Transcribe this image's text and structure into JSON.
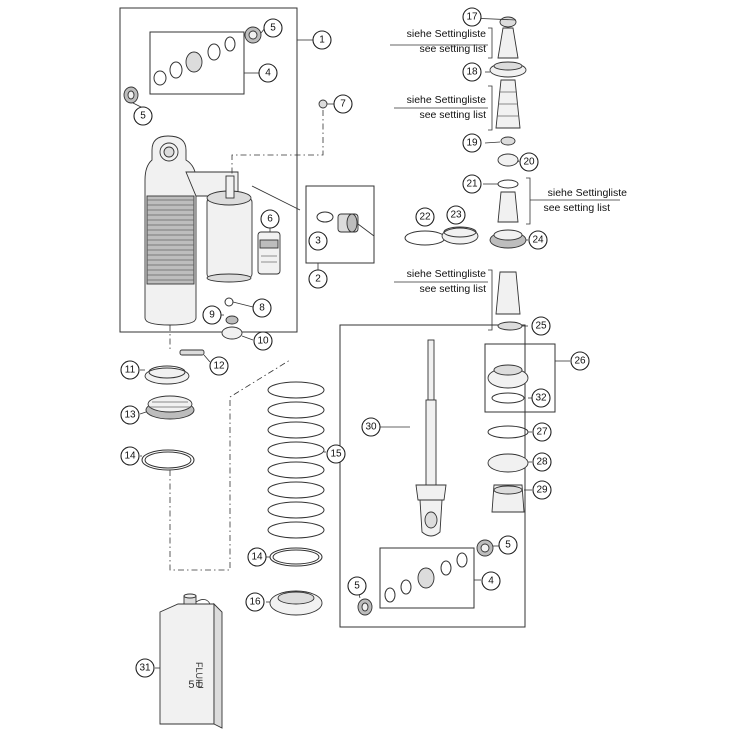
{
  "diagram": {
    "callouts": [
      "1",
      "2",
      "3",
      "4",
      "5",
      "5",
      "5",
      "5",
      "6",
      "7",
      "8",
      "9",
      "10",
      "11",
      "12",
      "13",
      "14",
      "14",
      "15",
      "16",
      "17",
      "18",
      "19",
      "20",
      "21",
      "22",
      "23",
      "24",
      "25",
      "26",
      "27",
      "28",
      "29",
      "30",
      "31",
      "32"
    ],
    "notes": [
      {
        "line1": "siehe Settingliste",
        "line2": "see setting list"
      },
      {
        "line1": "siehe Settingliste",
        "line2": "see setting list"
      },
      {
        "line1": "siehe Settingliste",
        "line2": "see setting list"
      },
      {
        "line1": "siehe Settingliste",
        "line2": "see setting list"
      }
    ],
    "can_label": {
      "line1": "FLUID",
      "line2": "5 L"
    }
  }
}
